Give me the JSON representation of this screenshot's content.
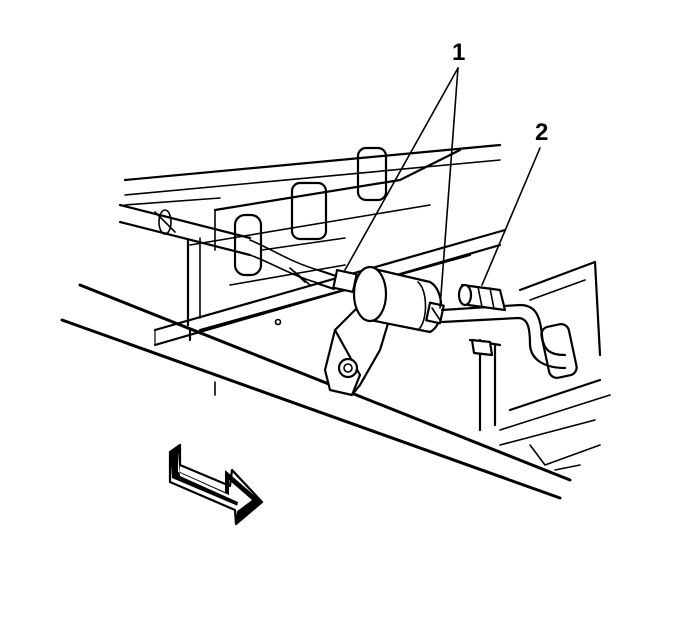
{
  "callouts": [
    {
      "id": "1",
      "label": "1"
    },
    {
      "id": "2",
      "label": "2"
    }
  ],
  "colors": {
    "ink": "#000000",
    "paper": "#ffffff"
  },
  "icons": {
    "direction_arrow": "front-direction-arrow-icon"
  }
}
